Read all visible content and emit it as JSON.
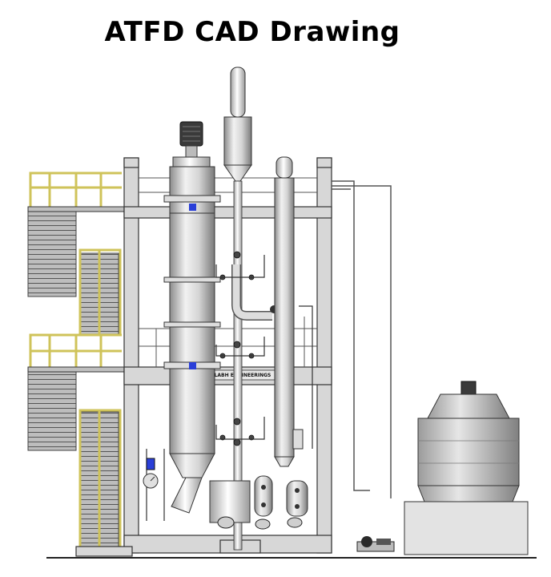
{
  "title": "ATFD CAD Drawing",
  "banner": "SRI VALLABH ENGINEERINGS",
  "colors": {
    "steel_light": "#e6e6e6",
    "steel_dark": "#8c8c8c",
    "outline": "#222222",
    "handrail": "#d8cf7a",
    "stair": "#9a9a9a",
    "accent_blue": "#2a3fd8"
  },
  "components": [
    "structure-frame",
    "evaporator-column",
    "vapor-separator",
    "condenser-column",
    "stairs",
    "cooling-tower",
    "receivers",
    "pumps",
    "motor"
  ]
}
